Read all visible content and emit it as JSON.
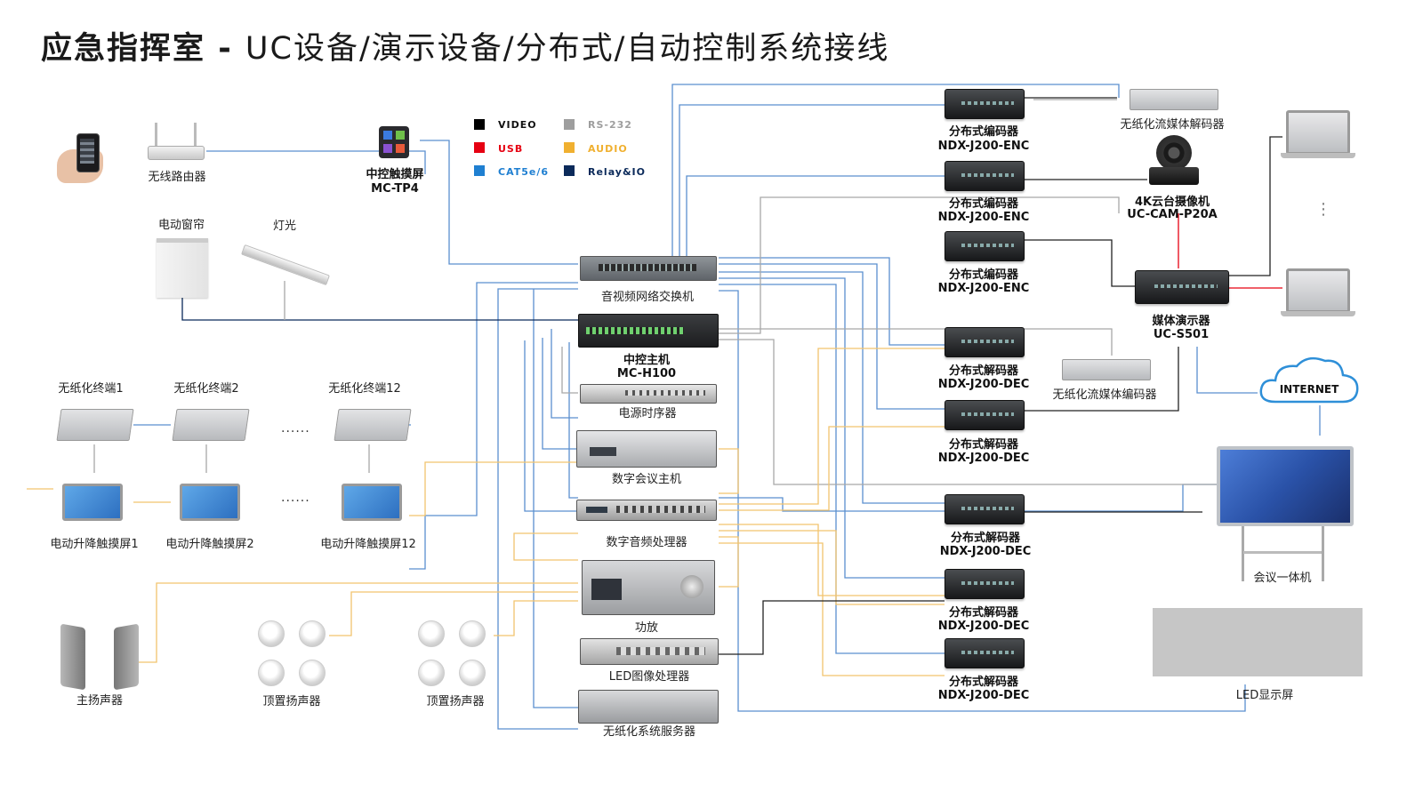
{
  "title": {
    "bold": "应急指挥室",
    "sep": " - ",
    "rest": "UC设备/演示设备/分布式/自动控制系统接线"
  },
  "legend": [
    {
      "label": "VIDEO",
      "color": "#000000"
    },
    {
      "label": "USB",
      "color": "#e60012"
    },
    {
      "label": "CAT5e/6",
      "color": "#1f7fd1"
    },
    {
      "label": "RS-232",
      "color": "#9e9e9e"
    },
    {
      "label": "AUDIO",
      "color": "#f0b030"
    },
    {
      "label": "Relay&IO",
      "color": "#0b2a5a"
    }
  ],
  "devices": {
    "router": "无线路由器",
    "touch_panel_name": "中控触摸屏",
    "touch_panel_model": "MC-TP4",
    "curtain": "电动窗帘",
    "light": "灯光",
    "switch": "音视频网络交换机",
    "controller_name": "中控主机",
    "controller_model": "MC-H100",
    "sequencer": "电源时序器",
    "conference_host": "数字会议主机",
    "audio_processor": "数字音频处理器",
    "amplifier": "功放",
    "led_processor": "LED图像处理器",
    "paperless_server": "无纸化系统服务器",
    "main_speaker": "主扬声器",
    "ceiling_speaker_1": "顶置扬声器",
    "ceiling_speaker_2": "顶置扬声器",
    "terminal_1": "无纸化终端1",
    "terminal_2": "无纸化终端2",
    "terminal_12": "无纸化终端12",
    "lift_1": "电动升降触摸屏1",
    "lift_2": "电动升降触摸屏2",
    "lift_12": "电动升降触摸屏12",
    "dots": "......",
    "encoder_name": "分布式编码器",
    "encoder_model": "NDX-J200-ENC",
    "decoder_name": "分布式解码器",
    "decoder_model": "NDX-J200-DEC",
    "stream_decoder": "无纸化流媒体解码器",
    "stream_encoder": "无纸化流媒体编码器",
    "camera_name": "4K云台摄像机",
    "camera_model": "UC-CAM-P20A",
    "media_name": "媒体演示器",
    "media_model": "UC-S501",
    "internet": "INTERNET",
    "conference_display": "会议一体机",
    "led_screen": "LED显示屏",
    "vdots": "⋮"
  },
  "colors": {
    "cat": "#5b8fcf",
    "audio": "#f2c46e",
    "rs232": "#a8a8a8",
    "video": "#222222",
    "usb": "#e60012",
    "relay": "#0b2a5a"
  }
}
